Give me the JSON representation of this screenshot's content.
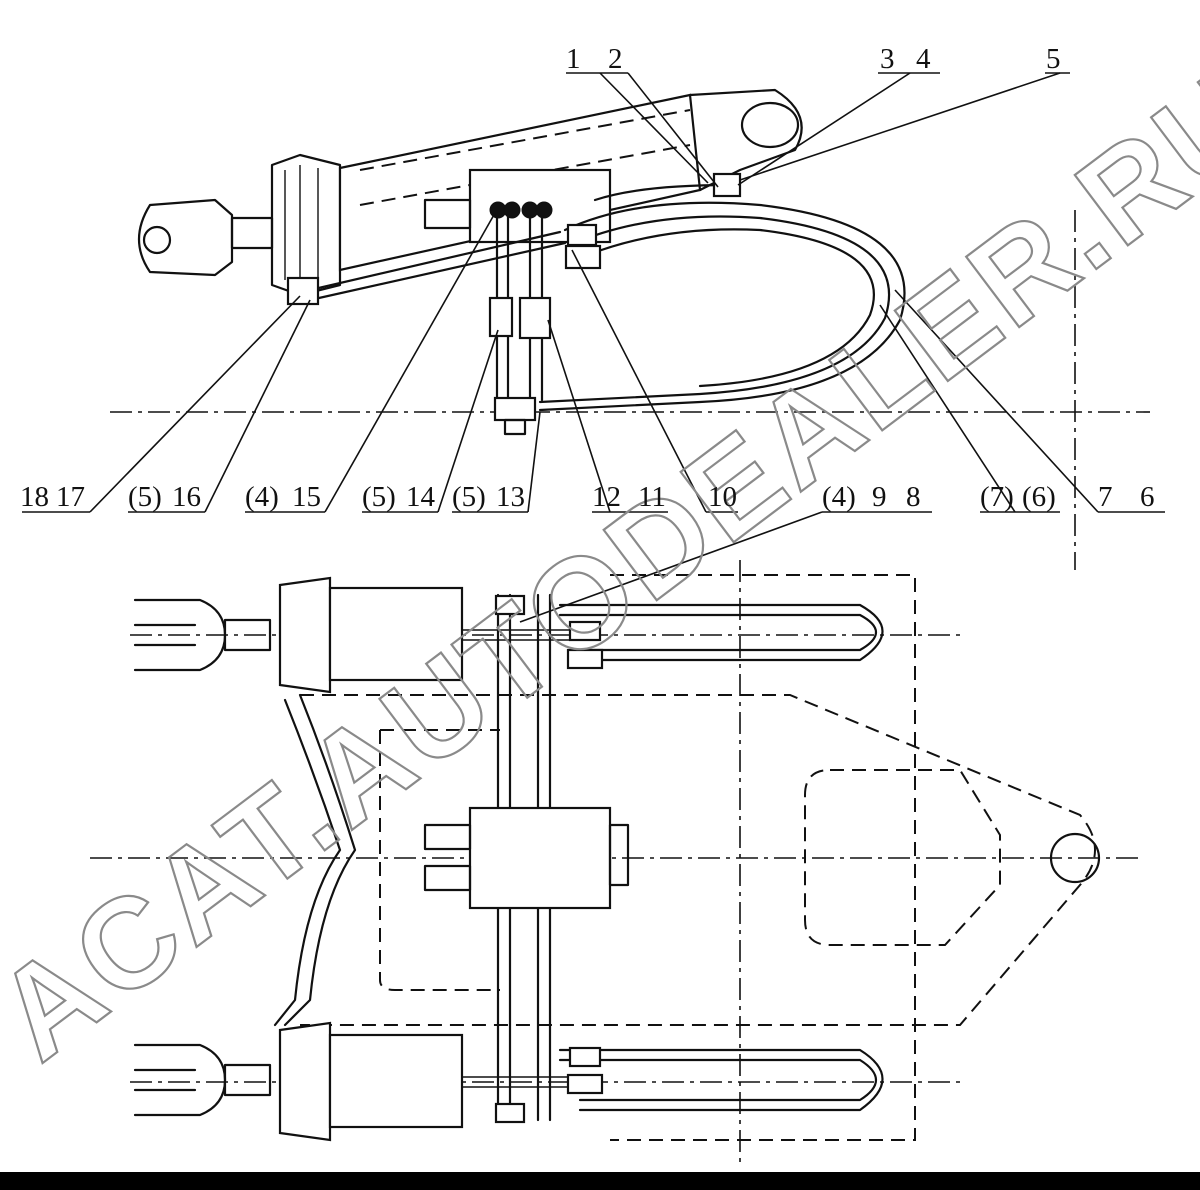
{
  "watermark": {
    "text": "ACAT.AUTODEALER.RU",
    "color": "#8a8a8a"
  },
  "callouts_top": [
    {
      "id": "c1",
      "text": "1"
    },
    {
      "id": "c2",
      "text": "2"
    },
    {
      "id": "c3",
      "text": "3"
    },
    {
      "id": "c4",
      "text": "4"
    },
    {
      "id": "c5",
      "text": "5"
    }
  ],
  "callouts_bottom_row": [
    {
      "id": "c18",
      "text": "18"
    },
    {
      "id": "c17",
      "text": "17"
    },
    {
      "id": "c5a",
      "text": "(5)"
    },
    {
      "id": "c16",
      "text": "16"
    },
    {
      "id": "c4a",
      "text": "(4)"
    },
    {
      "id": "c15",
      "text": "15"
    },
    {
      "id": "c5b",
      "text": "(5)"
    },
    {
      "id": "c14",
      "text": "14"
    },
    {
      "id": "c5c",
      "text": "(5)"
    },
    {
      "id": "c13",
      "text": "13"
    },
    {
      "id": "c12",
      "text": "12"
    },
    {
      "id": "c11",
      "text": "11"
    },
    {
      "id": "c10",
      "text": "10"
    },
    {
      "id": "c4b",
      "text": "(4)"
    },
    {
      "id": "c9",
      "text": "9"
    },
    {
      "id": "c8",
      "text": "8"
    },
    {
      "id": "c7a",
      "text": "(7)"
    },
    {
      "id": "c6a",
      "text": "(6)"
    },
    {
      "id": "c7",
      "text": "7"
    },
    {
      "id": "c6",
      "text": "6"
    }
  ]
}
